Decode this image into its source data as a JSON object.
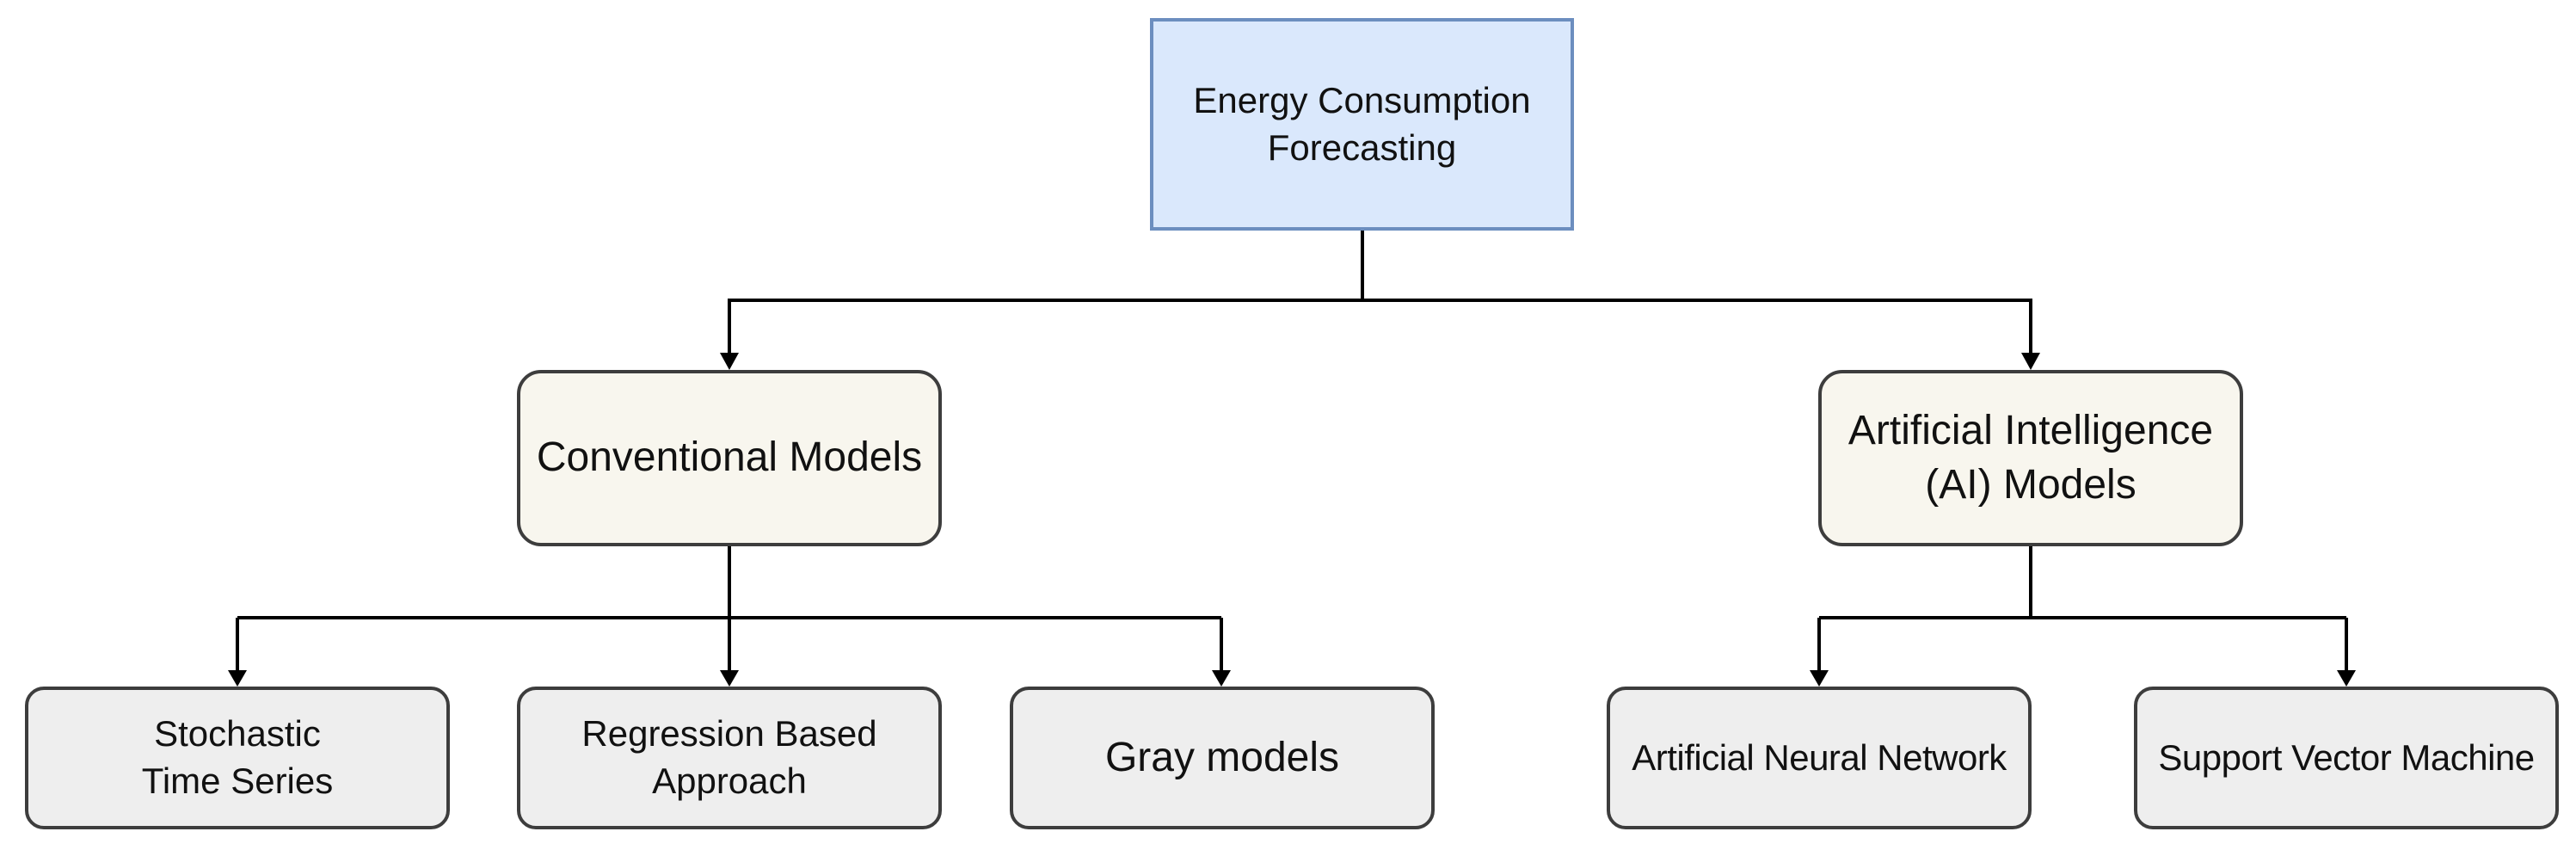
{
  "diagram": {
    "root": {
      "label": "Energy Consumption\nForecasting",
      "fill": "#dae8fc",
      "stroke": "#6c8ebf"
    },
    "categories": [
      {
        "label": "Conventional Models",
        "fill": "#f8f6ee",
        "children": [
          "Stochastic\nTime Series",
          "Regression Based\nApproach",
          "Gray models"
        ]
      },
      {
        "label": "Artificial Intelligence\n(AI) Models",
        "fill": "#f8f6ee",
        "children": [
          "Artificial Neural Network",
          "Support Vector Machine"
        ]
      }
    ],
    "leaf_fill": "#eeeeee",
    "edge_color": "#000000"
  }
}
